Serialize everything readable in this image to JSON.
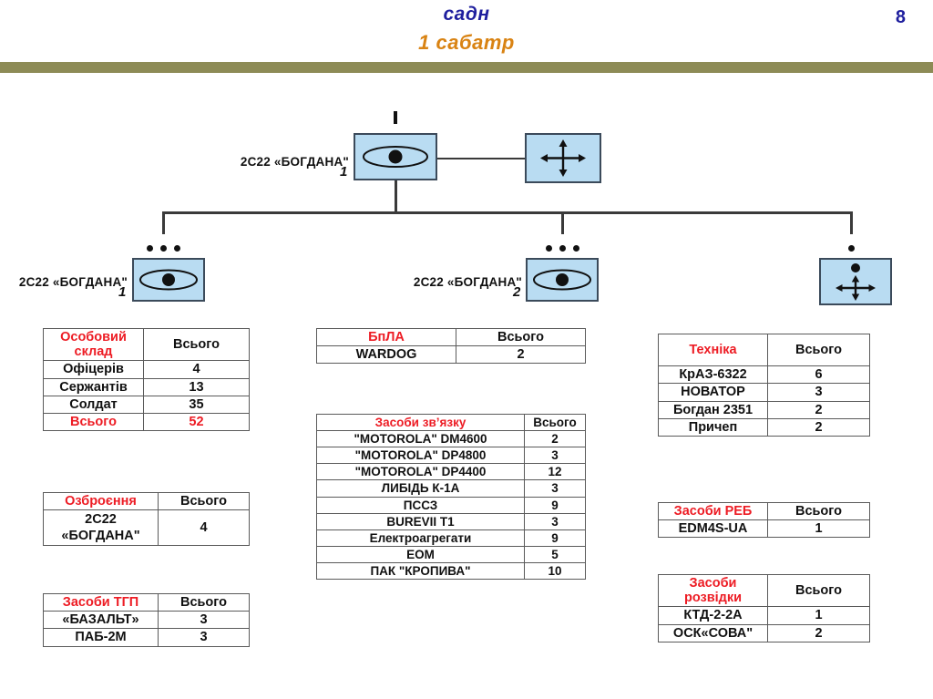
{
  "header": {
    "title": "садн",
    "subtitle": "1 сабатр",
    "page_number": "8",
    "bar_color": "#8d8b56",
    "title_color": "#1f1f9e",
    "subtitle_color": "#d98313"
  },
  "org_chart": {
    "box_fill": "#b9dcf2",
    "box_border": "#3b4a5a",
    "nodes": [
      {
        "id": "hq-battery",
        "label": "2C22  «БОГДАНА\"",
        "number": "1",
        "icon": "eye-ellipse-icon",
        "echelon": "company-single-tick"
      },
      {
        "id": "hq-support",
        "label": "",
        "number": "",
        "icon": "four-arrows-icon",
        "echelon": "none"
      },
      {
        "id": "platoon-1",
        "label": "2C22  «БОГДАНА\"",
        "number": "1",
        "icon": "eye-ellipse-icon",
        "echelon": "three-dots"
      },
      {
        "id": "platoon-2",
        "label": "2C22  «БОГДАНА\"",
        "number": "2",
        "icon": "eye-ellipse-icon",
        "echelon": "three-dots"
      },
      {
        "id": "support-section",
        "label": "",
        "number": "",
        "icon": "four-arrows-icon",
        "echelon": "one-dot"
      }
    ]
  },
  "tables": {
    "personnel": {
      "name": "personnel-table",
      "headers": [
        "Особовий склад",
        "Всього"
      ],
      "rows": [
        [
          "Офіцерів",
          "4"
        ],
        [
          "Сержантів",
          "13"
        ],
        [
          "Солдат",
          "35"
        ],
        [
          "Всього",
          "52"
        ]
      ]
    },
    "armament": {
      "name": "armament-table",
      "headers": [
        "Озброєння",
        "Всього"
      ],
      "rows": [
        [
          "2C22 «БОГДАНА\"",
          "4"
        ]
      ]
    },
    "tgp": {
      "name": "tgp-table",
      "headers": [
        "Засоби ТГП",
        "Всього"
      ],
      "rows": [
        [
          "«БАЗАЛЬТ»",
          "3"
        ],
        [
          "ПАБ-2М",
          "3"
        ]
      ]
    },
    "uav": {
      "name": "uav-table",
      "headers": [
        "БпЛА",
        "Всього"
      ],
      "rows": [
        [
          "WARDOG",
          "2"
        ]
      ]
    },
    "comms": {
      "name": "comms-table",
      "headers": [
        "Засоби зв’язку",
        "Всього"
      ],
      "rows": [
        [
          "\"MOTOROLA\" DM4600",
          "2"
        ],
        [
          "\"MOTOROLA\" DP4800",
          "3"
        ],
        [
          "\"MOTOROLA\" DP4400",
          "12"
        ],
        [
          "ЛИБІДЬ К-1А",
          "3"
        ],
        [
          "ПССЗ",
          "9"
        ],
        [
          "BUREVII T1",
          "3"
        ],
        [
          "Електроагрегати",
          "9"
        ],
        [
          "ЕОМ",
          "5"
        ],
        [
          "ПАК \"КРОПИВА\"",
          "10"
        ]
      ]
    },
    "vehicles": {
      "name": "vehicles-table",
      "headers": [
        "Техніка",
        "Всього"
      ],
      "rows": [
        [
          "КрАЗ-6322",
          "6"
        ],
        [
          "НОВАТОР",
          "3"
        ],
        [
          "Богдан 2351",
          "2"
        ],
        [
          "Причеп",
          "2"
        ]
      ]
    },
    "ew": {
      "name": "ew-table",
      "headers": [
        "Засоби РЕБ",
        "Всього"
      ],
      "rows": [
        [
          "EDM4S-UA",
          "1"
        ]
      ]
    },
    "recon": {
      "name": "recon-table",
      "headers": [
        "Засоби розвідки",
        "Всього"
      ],
      "rows": [
        [
          "КТД-2-2А",
          "1"
        ],
        [
          "ОСК«СОВА\"",
          "2"
        ]
      ]
    }
  }
}
